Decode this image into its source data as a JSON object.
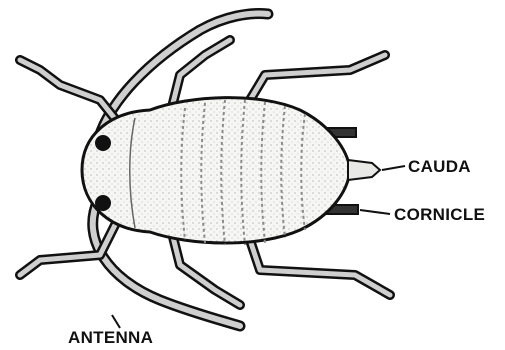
{
  "labels": {
    "cauda": "CAUDA",
    "cornicle": "CORNICLE",
    "antenna": "ANTENNA"
  },
  "colors": {
    "ink": "#111111",
    "body_fill": "#f4f4f2",
    "leg_fill": "#c9c9c9",
    "background": "#ffffff"
  }
}
